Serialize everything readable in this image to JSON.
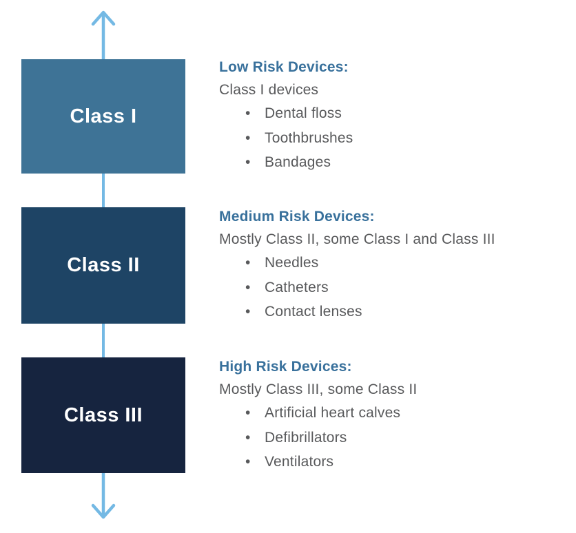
{
  "colors": {
    "class1_box": "#3E7396",
    "class2_box": "#1E4465",
    "class3_box": "#16243F",
    "arrow": "#74B9E4",
    "heading_text": "#39719C",
    "body_text": "#58595B",
    "box_label_text": "#FFFFFF"
  },
  "diagram": {
    "boxes": [
      {
        "label": "Class I",
        "color": "#3E7396"
      },
      {
        "label": "Class II",
        "color": "#1E4465"
      },
      {
        "label": "Class III",
        "color": "#16243F"
      }
    ],
    "sections": [
      {
        "heading": "Low Risk Devices:",
        "subtitle": "Class I devices",
        "bullets": [
          "Dental floss",
          "Toothbrushes",
          "Bandages"
        ]
      },
      {
        "heading": "Medium Risk Devices:",
        "subtitle": "Mostly Class II, some Class I and Class III",
        "bullets": [
          "Needles",
          "Catheters",
          "Contact lenses"
        ]
      },
      {
        "heading": "High Risk Devices:",
        "subtitle": "Mostly Class III, some Class II",
        "bullets": [
          "Artificial heart calves",
          "Defibrillators",
          "Ventilators"
        ]
      }
    ],
    "arrows": {
      "top": "up-arrow",
      "bottom": "down-arrow"
    }
  }
}
